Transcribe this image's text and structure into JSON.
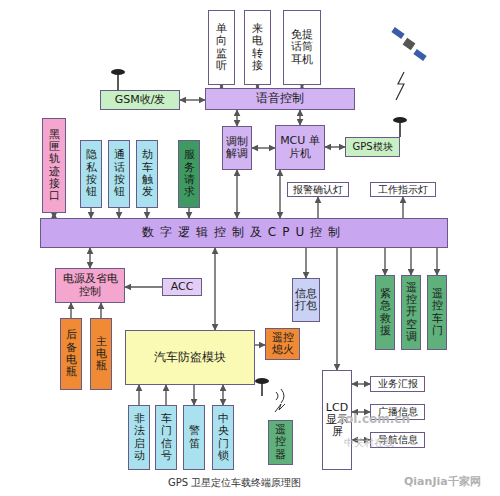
{
  "diagram": {
    "caption": "GPS 卫星定位车载终端原理图",
    "nodes": [
      {
        "text": [
          "单向监听"
        ]
      },
      {
        "text": [
          "来电转接"
        ]
      },
      {
        "text": [
          "免提话筒耳机"
        ]
      },
      {
        "text": [
          "GSM收/发"
        ]
      },
      {
        "text": [
          "语音控制"
        ]
      },
      {
        "text": [
          "黑匣轨迹接口"
        ]
      },
      {
        "text": [
          "隐私按钮"
        ]
      },
      {
        "text": [
          "通话按钮"
        ]
      },
      {
        "text": [
          "劫车触发"
        ]
      },
      {
        "text": [
          "服务请求"
        ]
      },
      {
        "text": [
          "调制解调"
        ]
      },
      {
        "text": [
          "MCU 单片机"
        ]
      },
      {
        "text": [
          "GPS模块"
        ]
      },
      {
        "text": [
          "报警确认灯"
        ]
      },
      {
        "text": [
          "工作指示灯"
        ]
      },
      {
        "text": [
          "数字逻辑控制及CPU控制"
        ]
      },
      {
        "text": [
          "电源及省电控制"
        ]
      },
      {
        "text": [
          "ACC"
        ]
      },
      {
        "text": [
          "信息打包"
        ]
      },
      {
        "text": [
          "紧急救援"
        ]
      },
      {
        "text": [
          "遥控开空调"
        ]
      },
      {
        "text": [
          "遥控车门"
        ]
      },
      {
        "text": [
          "后备电瓶"
        ]
      },
      {
        "text": [
          "主电瓶"
        ]
      },
      {
        "text": [
          "汽车防盗模块"
        ]
      },
      {
        "text": [
          "遥控熄火"
        ]
      },
      {
        "text": [
          "LCD显示屏"
        ]
      },
      {
        "text": [
          "业务汇报"
        ]
      },
      {
        "text": [
          "广播信息"
        ]
      },
      {
        "text": [
          "导航信息"
        ]
      },
      {
        "text": [
          "非法启动"
        ]
      },
      {
        "text": [
          "车门信号"
        ]
      },
      {
        "text": [
          "警笛"
        ]
      },
      {
        "text": [
          "中央门锁"
        ]
      },
      {
        "text": [
          "遥控器"
        ]
      }
    ],
    "edges": [
      {
        "from": 0,
        "to": 4,
        "arrow": "both"
      },
      {
        "from": 1,
        "to": 4,
        "arrow": "both"
      },
      {
        "from": 2,
        "to": 4,
        "arrow": "both"
      },
      {
        "from": 3,
        "to": 4,
        "arrow": "both"
      },
      {
        "from": 4,
        "to": 10,
        "arrow": "both"
      },
      {
        "from": 4,
        "to": 11,
        "arrow": "both"
      },
      {
        "from": 10,
        "to": 11,
        "arrow": "both"
      },
      {
        "from": 11,
        "to": 12,
        "arrow": "both"
      },
      {
        "from": 10,
        "to": 15,
        "arrow": "both"
      },
      {
        "from": 11,
        "to": 15,
        "arrow": "both"
      },
      {
        "from": 5,
        "to": 15,
        "arrow": "both"
      },
      {
        "from": 6,
        "to": 15,
        "arrow": "to"
      },
      {
        "from": 7,
        "to": 15,
        "arrow": "to"
      },
      {
        "from": 8,
        "to": 15,
        "arrow": "to"
      },
      {
        "from": 9,
        "to": 15,
        "arrow": "to"
      },
      {
        "from": 15,
        "to": 13,
        "arrow": "to"
      },
      {
        "from": 15,
        "to": 14,
        "arrow": "to"
      },
      {
        "from": 15,
        "to": 16,
        "arrow": "both"
      },
      {
        "from": 17,
        "to": 16,
        "arrow": "to"
      },
      {
        "from": 22,
        "to": 16,
        "arrow": "to"
      },
      {
        "from": 23,
        "to": 16,
        "arrow": "to"
      },
      {
        "from": 15,
        "to": 24,
        "arrow": "both"
      },
      {
        "from": 24,
        "to": 25,
        "arrow": "to"
      },
      {
        "from": 15,
        "to": 18,
        "arrow": "to"
      },
      {
        "from": 15,
        "to": 19,
        "arrow": "to"
      },
      {
        "from": 15,
        "to": 20,
        "arrow": "to"
      },
      {
        "from": 15,
        "to": 21,
        "arrow": "to"
      },
      {
        "from": 15,
        "to": 26,
        "arrow": "to"
      },
      {
        "from": 26,
        "to": 27,
        "arrow": "both"
      },
      {
        "from": 26,
        "to": 28,
        "arrow": "both"
      },
      {
        "from": 26,
        "to": 29,
        "arrow": "both"
      },
      {
        "from": 30,
        "to": 24,
        "arrow": "to"
      },
      {
        "from": 31,
        "to": 24,
        "arrow": "to"
      },
      {
        "from": 24,
        "to": 32,
        "arrow": "to"
      },
      {
        "from": 24,
        "to": 33,
        "arrow": "both"
      }
    ],
    "labels": [
      "zol.com.cn",
      "中关村在线",
      "QianJia千家网"
    ]
  }
}
